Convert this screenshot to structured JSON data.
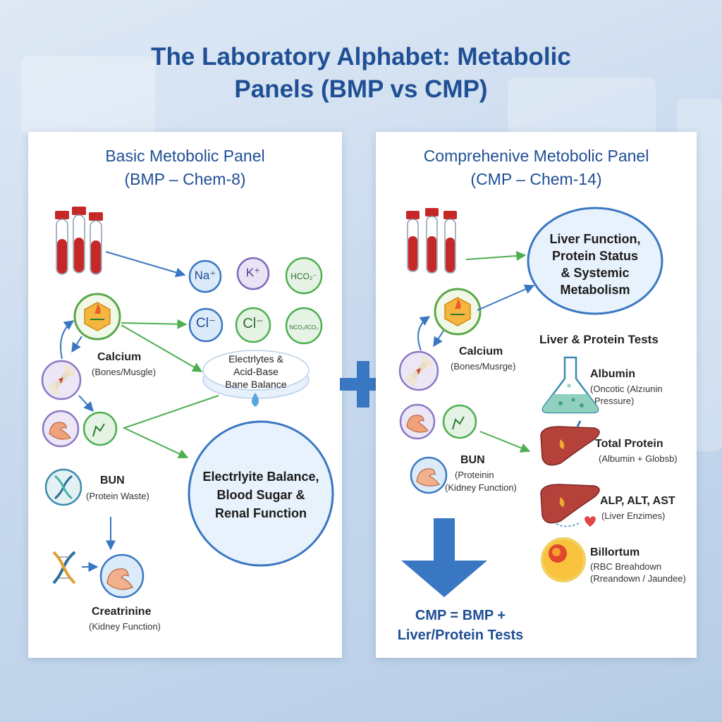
{
  "title_line1": "The Laboratory Alphabet: Metabolic",
  "title_line2": "Panels (BMP vs CMP)",
  "colors": {
    "title": "#1f4f94",
    "accent": "#3a77c2",
    "arrow_green": "#4caf50",
    "arrow_blue": "#3a77c2"
  },
  "bmp": {
    "title_line1": "Basic Metobolic Panel",
    "title_line2": "(BMP – Chem-8)",
    "ions": [
      "Na⁺",
      "K⁺",
      "HCO₂⁻",
      "Cl⁻",
      "Cl⁻",
      "NCO₃/ICO₃"
    ],
    "calcium": "Calcium",
    "calcium_sub": "(Bones/Musgle)",
    "electrolytes_line1": "Electrlytes &",
    "electrolytes_line2": "Acid-Base",
    "electrolytes_line3": "Bane Balance",
    "bun": "BUN",
    "bun_sub": "(Protein Waste)",
    "creatinine": "Creatrinine",
    "creatinine_sub": "(Kidney Function)",
    "summary_line1": "Electrlyite Balance,",
    "summary_line2": "Blood Sugar &",
    "summary_line3": "Renal Function"
  },
  "cmp": {
    "title_line1": "Comprehenive Metobolic Panel",
    "title_line2": "(CMP – Chem-14)",
    "liver_line1": "Liver Function,",
    "liver_line2": "Protein Status",
    "liver_line3": "& Systemic",
    "liver_line4": "Metabolism",
    "calcium": "Calcium",
    "calcium_sub": "(Bones/Musrge)",
    "bun": "BUN",
    "bun_sub1": "(Proteinin",
    "bun_sub2": "(Kidney Function)",
    "tests_heading": "Liver & Protein Tests",
    "albumin": "Albumin",
    "albumin_sub1": "(Oncotic (Alzıunin",
    "albumin_sub2": "Pressure)",
    "total_protein": "Total Protein",
    "total_protein_sub": "(Albumin + Globsb)",
    "enzymes": "ALP, ALT, AST",
    "enzymes_sub": "(Liver Enzimes)",
    "bilirubin": "Billortum",
    "bilirubin_sub1": "(RBC Breahdown",
    "bilirubin_sub2": "(Rreandown / Jaundee)",
    "summary_line1": "CMP = BMP +",
    "summary_line2": "Liver/Protein Tests"
  }
}
